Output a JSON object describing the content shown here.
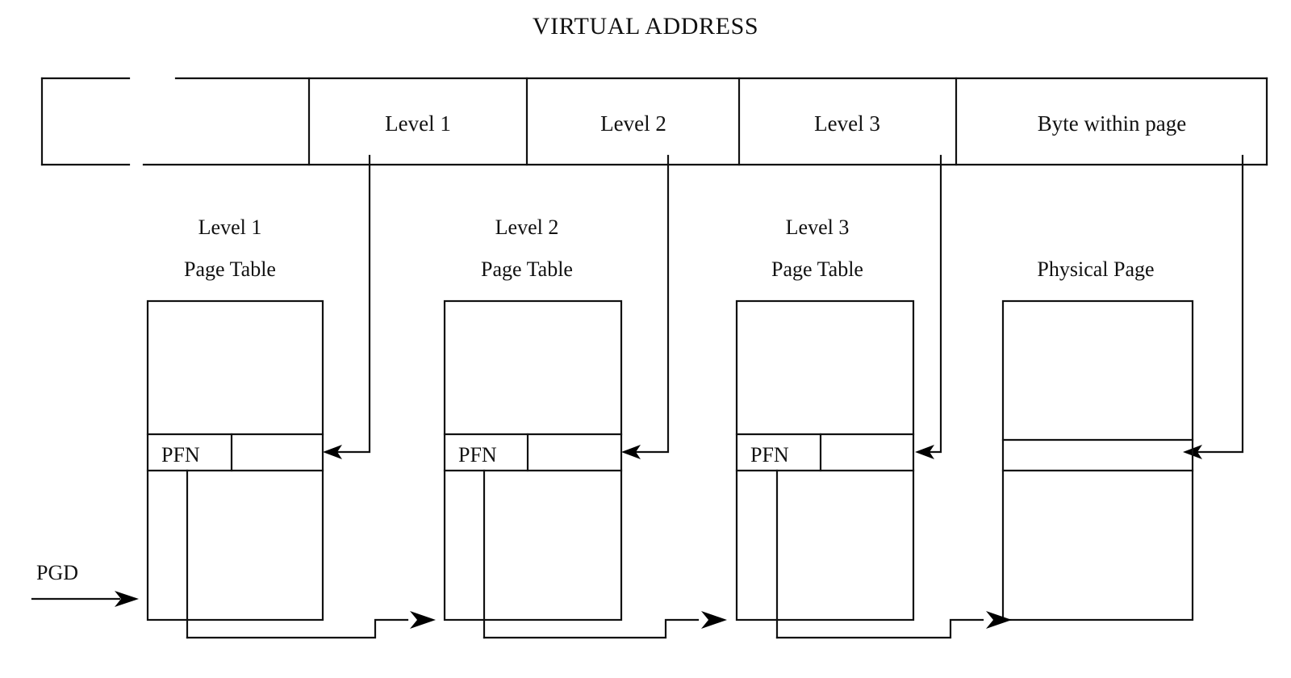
{
  "title": "VIRTUAL ADDRESS",
  "virtual_address": {
    "fields": [
      {
        "label": "",
        "name": "unused-bits-field"
      },
      {
        "label": "Level 1",
        "name": "level-1-field"
      },
      {
        "label": "Level 2",
        "name": "level-2-field"
      },
      {
        "label": "Level 3",
        "name": "level-3-field"
      },
      {
        "label": "Byte within page",
        "name": "byte-within-page-field"
      }
    ]
  },
  "tables": [
    {
      "caption_line1": "Level 1",
      "caption_line2": "Page Table",
      "entry_label": "PFN"
    },
    {
      "caption_line1": "Level 2",
      "caption_line2": "Page Table",
      "entry_label": "PFN"
    },
    {
      "caption_line1": "Level 3",
      "caption_line2": "Page Table",
      "entry_label": "PFN"
    },
    {
      "caption_line1": "Physical Page",
      "caption_line2": "",
      "entry_label": ""
    }
  ],
  "base_pointer": {
    "label": "PGD"
  },
  "colors": {
    "stroke": "#111111",
    "background": "#ffffff",
    "text": "#111111",
    "arrow": "#000000"
  }
}
